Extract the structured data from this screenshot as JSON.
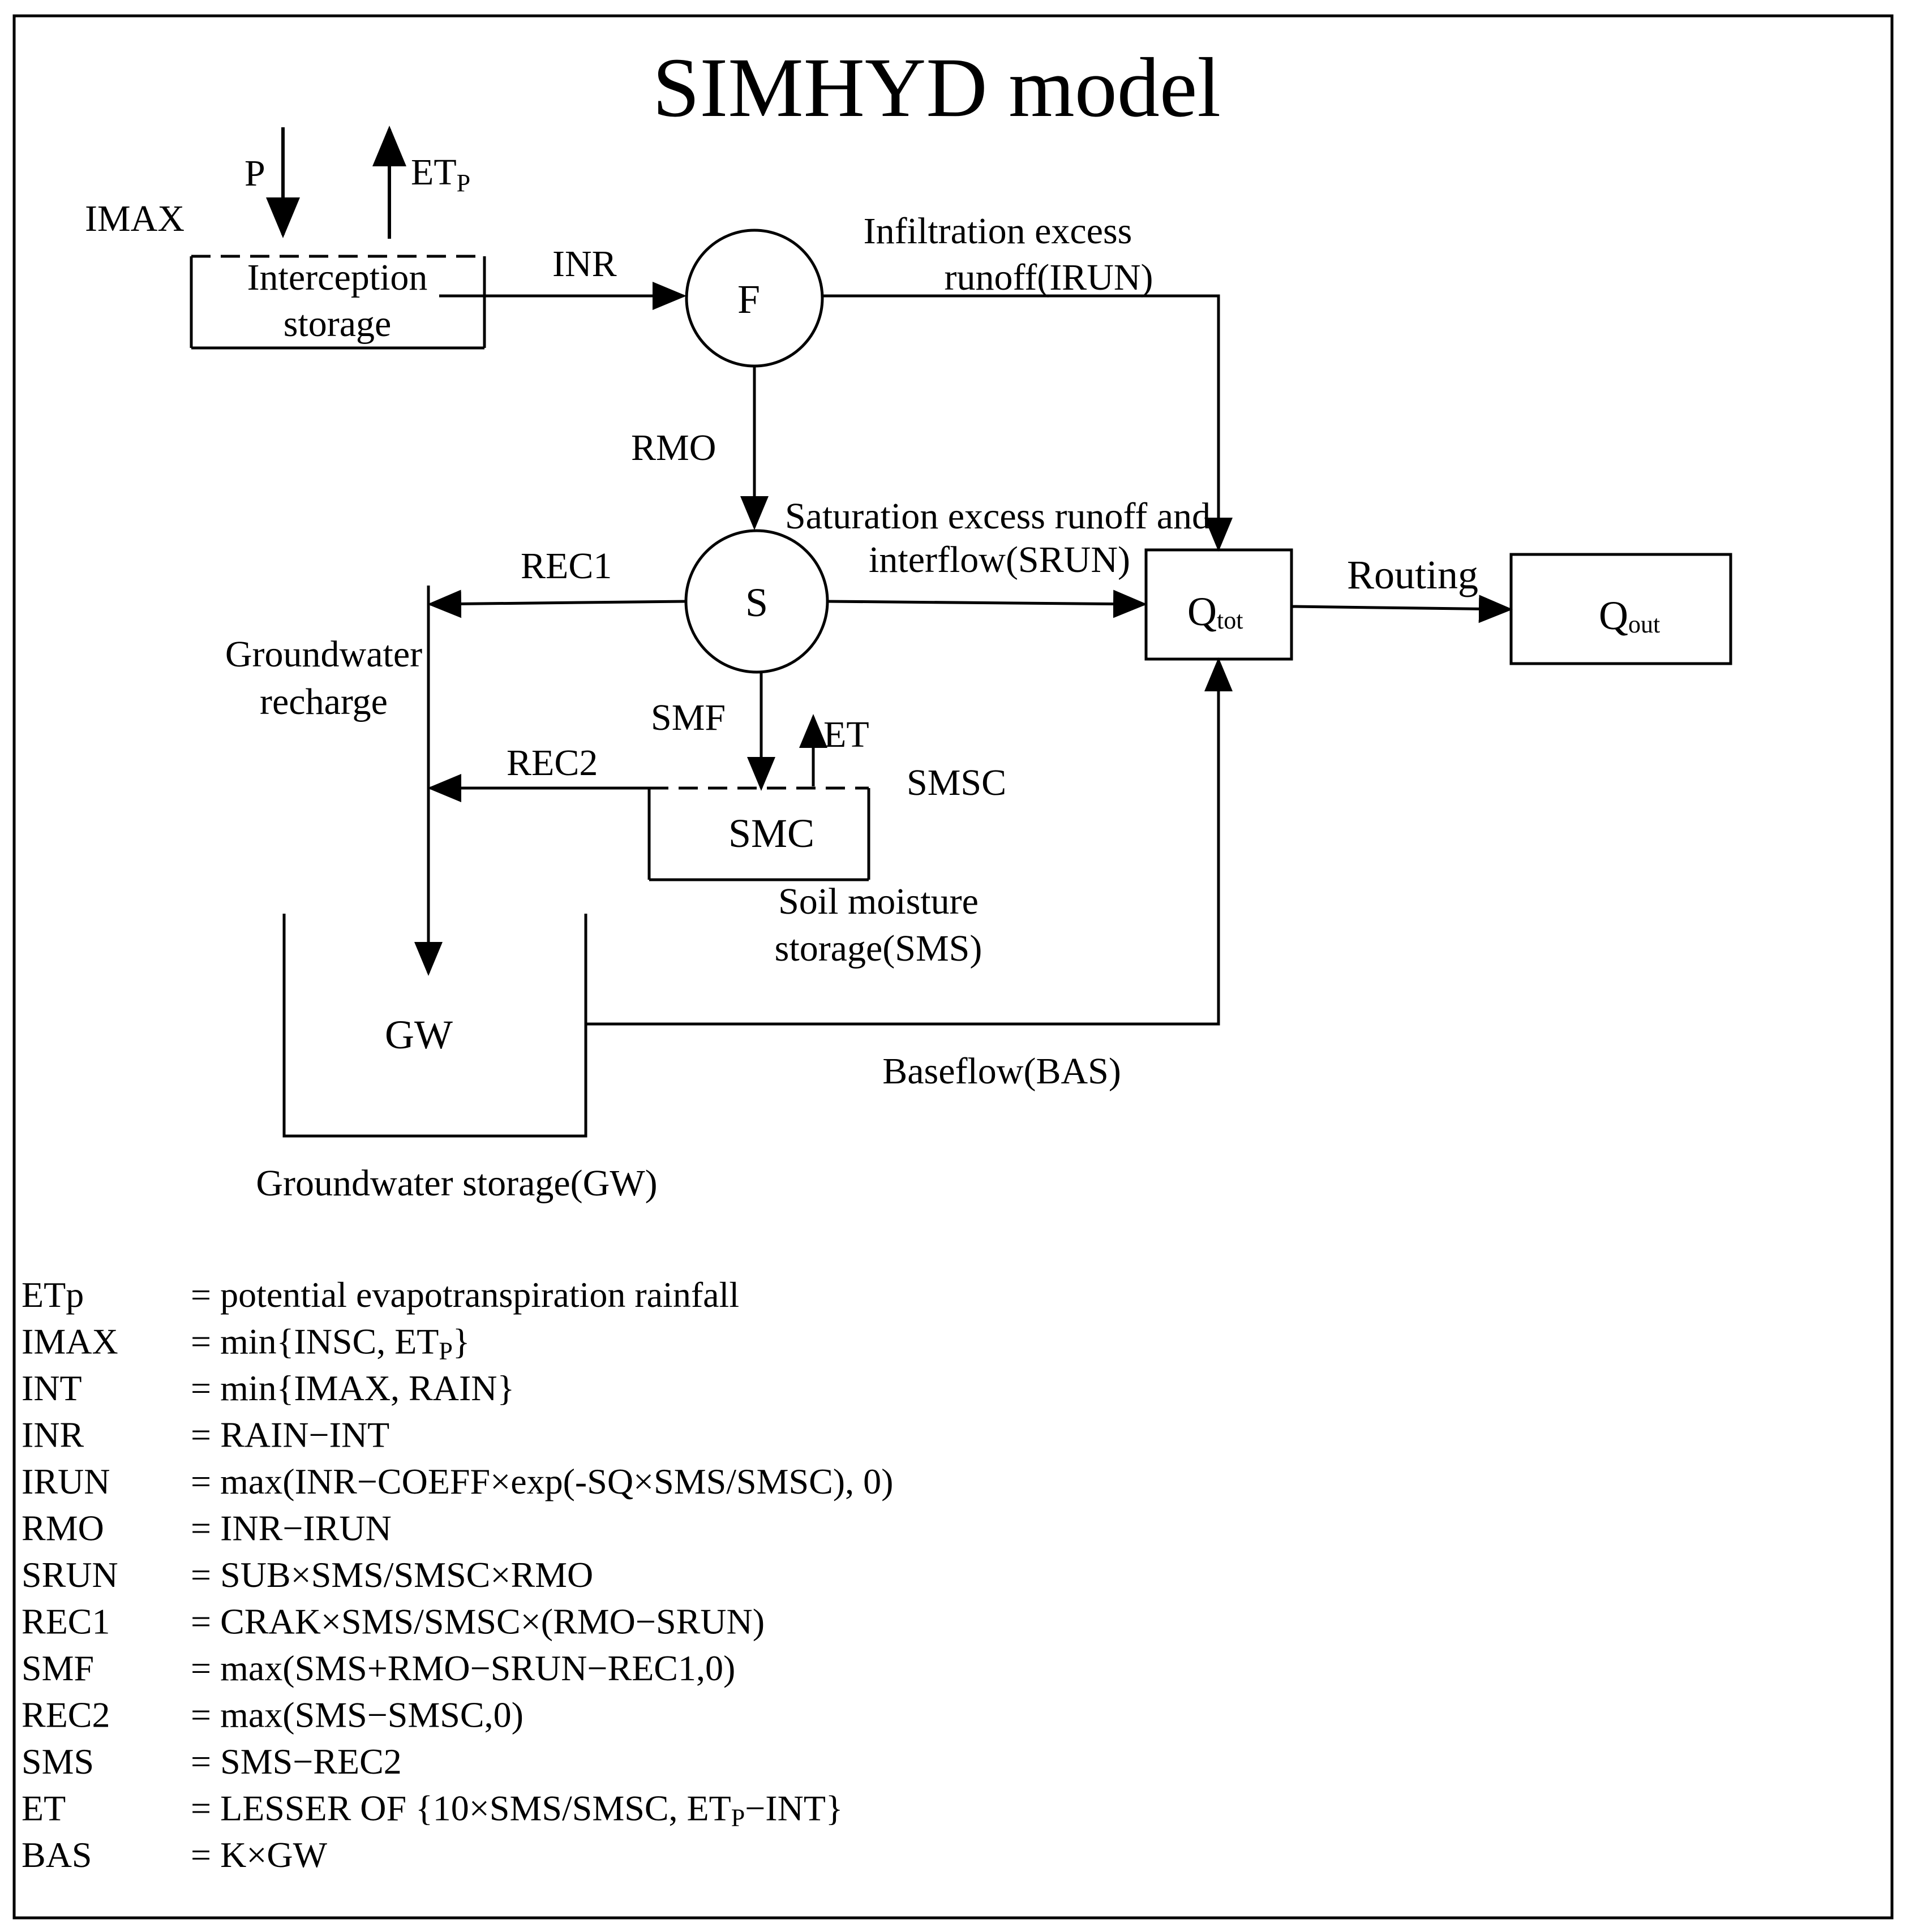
{
  "diagram": {
    "title": "SIMHYD model",
    "inputs": {
      "p": "P",
      "etp_main": "ET",
      "etp_sub": "P",
      "imax": "IMAX"
    },
    "nodes": {
      "interception_line1": "Interception",
      "interception_line2": "storage",
      "f": "F",
      "s": "S",
      "smc": "SMC",
      "gw": "GW",
      "qtot_main": "Q",
      "qtot_sub": "tot",
      "qout_main": "Q",
      "qout_sub": "out"
    },
    "labels": {
      "inr": "INR",
      "irun_line1": "Infiltration excess",
      "irun_line2": "runoff(IRUN)",
      "rmo": "RMO",
      "srun_line1": "Saturation excess runoff and",
      "srun_line2": "interflow(SRUN)",
      "rec1": "REC1",
      "rec2": "REC2",
      "gw_recharge_line1": "Groundwater",
      "gw_recharge_line2": "recharge",
      "smf": "SMF",
      "et": "ET",
      "smsc": "SMSC",
      "sms_line1": "Soil moisture",
      "sms_line2": "storage(SMS)",
      "routing": "Routing",
      "baseflow": "Baseflow(BAS)",
      "gw_storage": "Groundwater storage(GW)"
    }
  },
  "definitions": [
    {
      "term": "ETp",
      "formula": "= potential evapotranspiration rainfall"
    },
    {
      "term": "IMAX",
      "formula_pre": "= min{INSC, ET",
      "formula_sub": "P",
      "formula_post": "}"
    },
    {
      "term": "INT",
      "formula": "= min{IMAX, RAIN}"
    },
    {
      "term": "INR",
      "formula": "= RAIN−INT"
    },
    {
      "term": "IRUN",
      "formula": "= max(INR−COEFF×exp(-SQ×SMS/SMSC), 0)"
    },
    {
      "term": "RMO",
      "formula": "= INR−IRUN"
    },
    {
      "term": "SRUN",
      "formula": "= SUB×SMS/SMSC×RMO"
    },
    {
      "term": "REC1",
      "formula": "= CRAK×SMS/SMSC×(RMO−SRUN)"
    },
    {
      "term": "SMF",
      "formula": "= max(SMS+RMO−SRUN−REC1,0)"
    },
    {
      "term": "REC2",
      "formula": "= max(SMS−SMSC,0)"
    },
    {
      "term": "SMS",
      "formula": "= SMS−REC2"
    },
    {
      "term": "ET",
      "formula_pre": "= LESSER OF {10×SMS/SMSC, ET",
      "formula_sub": "P",
      "formula_post": "−INT}"
    },
    {
      "term": "BAS",
      "formula": "= K×GW"
    }
  ]
}
